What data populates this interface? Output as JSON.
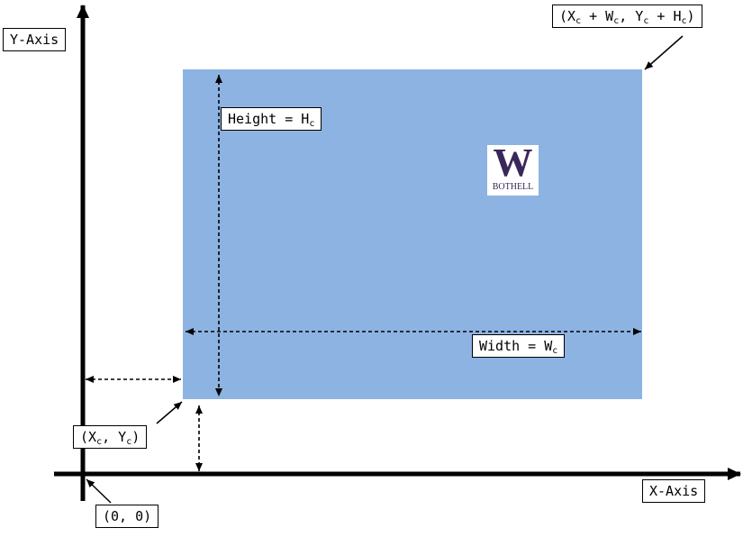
{
  "colors": {
    "canvas": "#8db3e2",
    "line": "#000000",
    "label_bg": "#ffffff",
    "logo_bg": "#ffffff",
    "logo_fg": "#39275b"
  },
  "axes": {
    "x_label": "X-Axis",
    "y_label": "Y-Axis"
  },
  "labels": {
    "origin": "(0, 0)",
    "corner_open": "(X",
    "corner_sub1": "c",
    "corner_mid": ", Y",
    "corner_sub2": "c",
    "corner_close": ")",
    "top_open": "(X",
    "top_sub1": "c",
    "top_mid1": " + W",
    "top_sub2": "c",
    "top_mid2": ", Y",
    "top_sub3": "c",
    "top_mid3": " + H",
    "top_sub4": "c",
    "top_close": ")",
    "height_text": "Height = H",
    "height_sub": "c",
    "width_text": "Width = W",
    "width_sub": "c"
  },
  "logo": {
    "letter": "W",
    "text": "BOTHELL"
  },
  "icons": [
    "arrowhead-icon",
    "uw-bothell-logo-icon"
  ]
}
